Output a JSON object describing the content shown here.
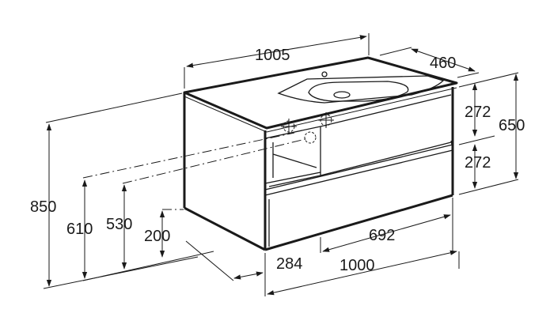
{
  "dimensions": {
    "basin_width": "1005",
    "depth": "460",
    "drawer_top": "272",
    "drawer_bottom": "272",
    "cabinet_height": "650",
    "total_height": "850",
    "drain_height_1": "610",
    "drain_height_2": "530",
    "floor_clearance": "200",
    "drawer_width": "692",
    "shelf_width": "284",
    "cabinet_width": "1000"
  },
  "colors": {
    "line": "#1a1a1a",
    "background": "#ffffff"
  }
}
